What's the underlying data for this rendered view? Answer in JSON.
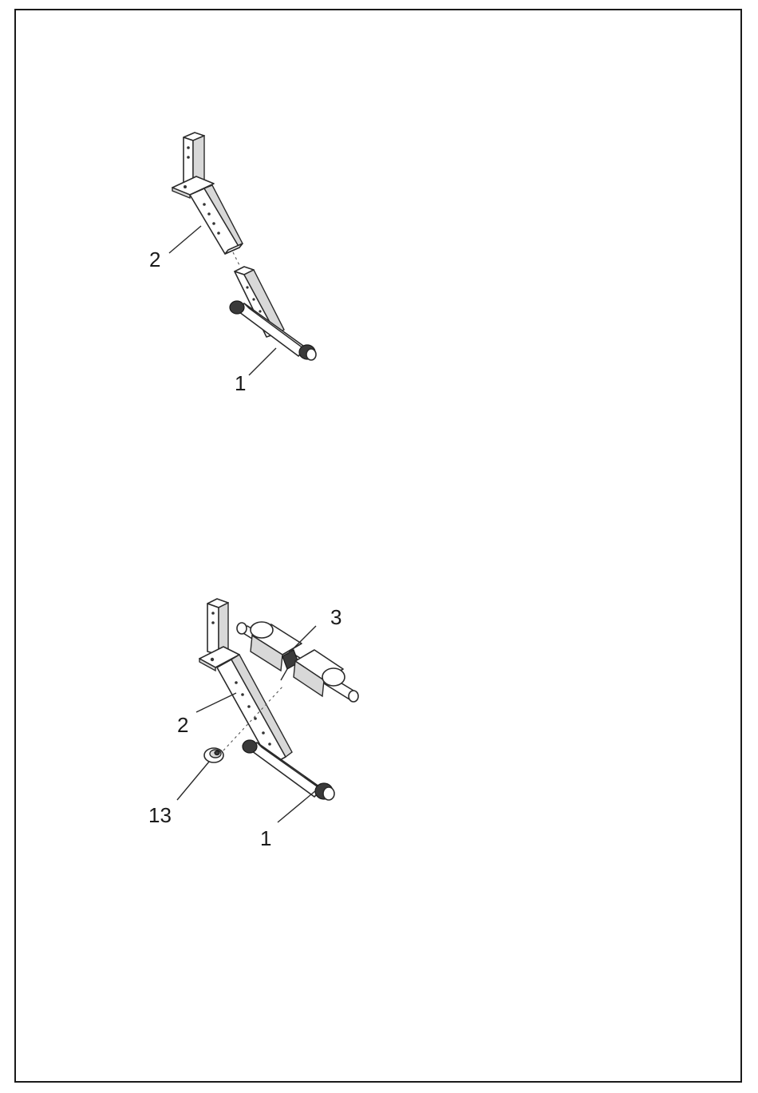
{
  "figures": [
    {
      "callouts": [
        {
          "id": "part-2",
          "label": "2"
        },
        {
          "id": "part-1",
          "label": "1"
        }
      ]
    },
    {
      "callouts": [
        {
          "id": "part-3",
          "label": "3"
        },
        {
          "id": "part-2",
          "label": "2"
        },
        {
          "id": "part-13",
          "label": "13"
        },
        {
          "id": "part-1",
          "label": "1"
        }
      ]
    }
  ]
}
